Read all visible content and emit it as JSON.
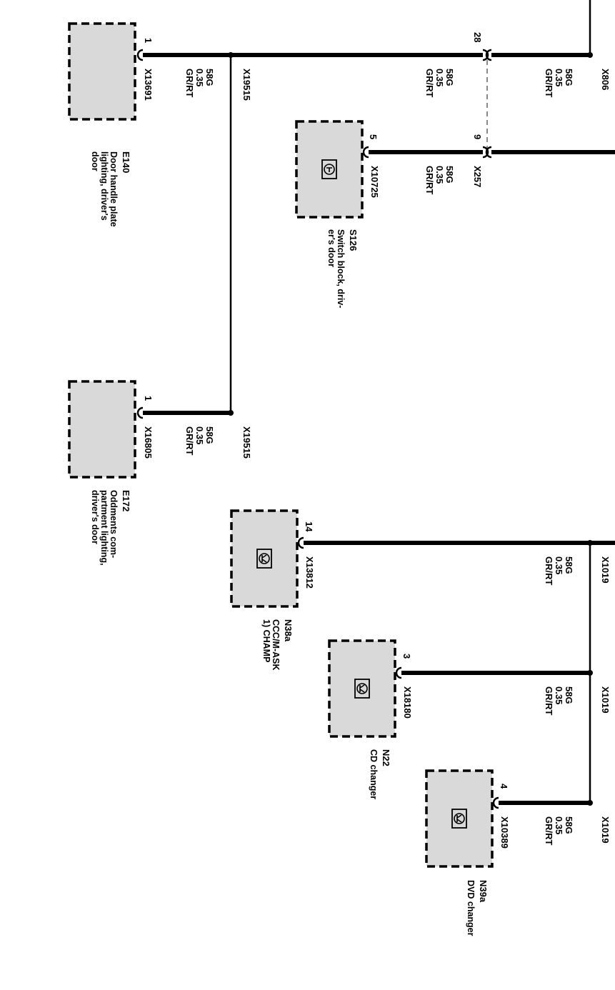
{
  "wire": {
    "signal": "58G",
    "size": "0.35",
    "color_code": "GR/RT"
  },
  "components": {
    "e140": {
      "id": "E140",
      "desc": [
        "Door handle plate",
        "lighting, driver's",
        "door"
      ],
      "pin": "1",
      "connector": "X13691"
    },
    "e172": {
      "id": "E172",
      "desc": [
        "Oddments com-",
        "partment lighting,",
        "driver's door"
      ],
      "pin": "1",
      "connector": "X16805"
    },
    "s126": {
      "id": "S126",
      "desc": [
        "Switch block, driv-",
        "er's door"
      ],
      "pin": "5",
      "connector": "X10725"
    },
    "n38a": {
      "id": "N38a",
      "desc": [
        "CCC/M-ASK",
        "1) CHAMP"
      ],
      "pin": "14",
      "connector": "X13812"
    },
    "n22": {
      "id": "N22",
      "desc": [
        "CD changer"
      ],
      "pin": "3",
      "connector": "X18180"
    },
    "n39a": {
      "id": "N39a",
      "desc": [
        "DVD changer"
      ],
      "pin": "4",
      "connector": "X10389"
    }
  },
  "splices": {
    "x19515": "X19515",
    "x806": "X806",
    "x1019": "X1019"
  },
  "connector_x257": {
    "id": "X257",
    "pin_a": "28",
    "pin_b": "9"
  }
}
